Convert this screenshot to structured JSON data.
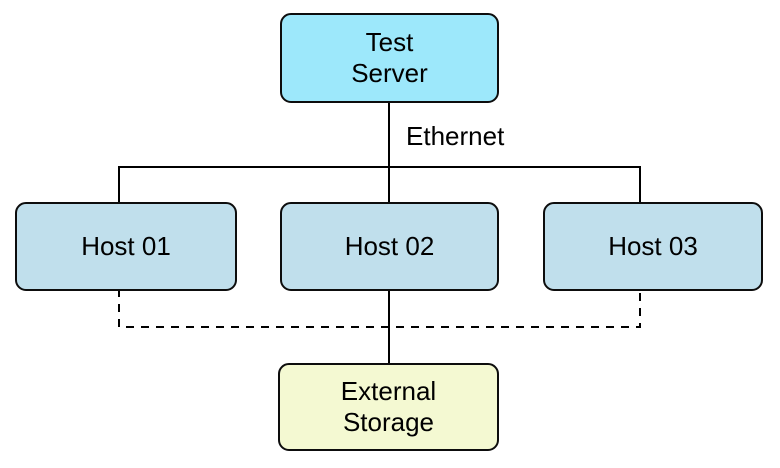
{
  "diagram": {
    "nodes": {
      "test_server": {
        "label": "Test\nServer",
        "fill": "#9de8fb"
      },
      "host_01": {
        "label": "Host 01",
        "fill": "#c0dfec"
      },
      "host_02": {
        "label": "Host 02",
        "fill": "#c0dfec"
      },
      "host_03": {
        "label": "Host 03",
        "fill": "#c0dfec"
      },
      "external_storage": {
        "label": "External\nStorage",
        "fill": "#f4f9d2"
      }
    },
    "labels": {
      "ethernet": "Ethernet"
    },
    "colors": {
      "line": "#000000",
      "node_border": "#0d0d0d",
      "background": "#ffffff"
    }
  }
}
